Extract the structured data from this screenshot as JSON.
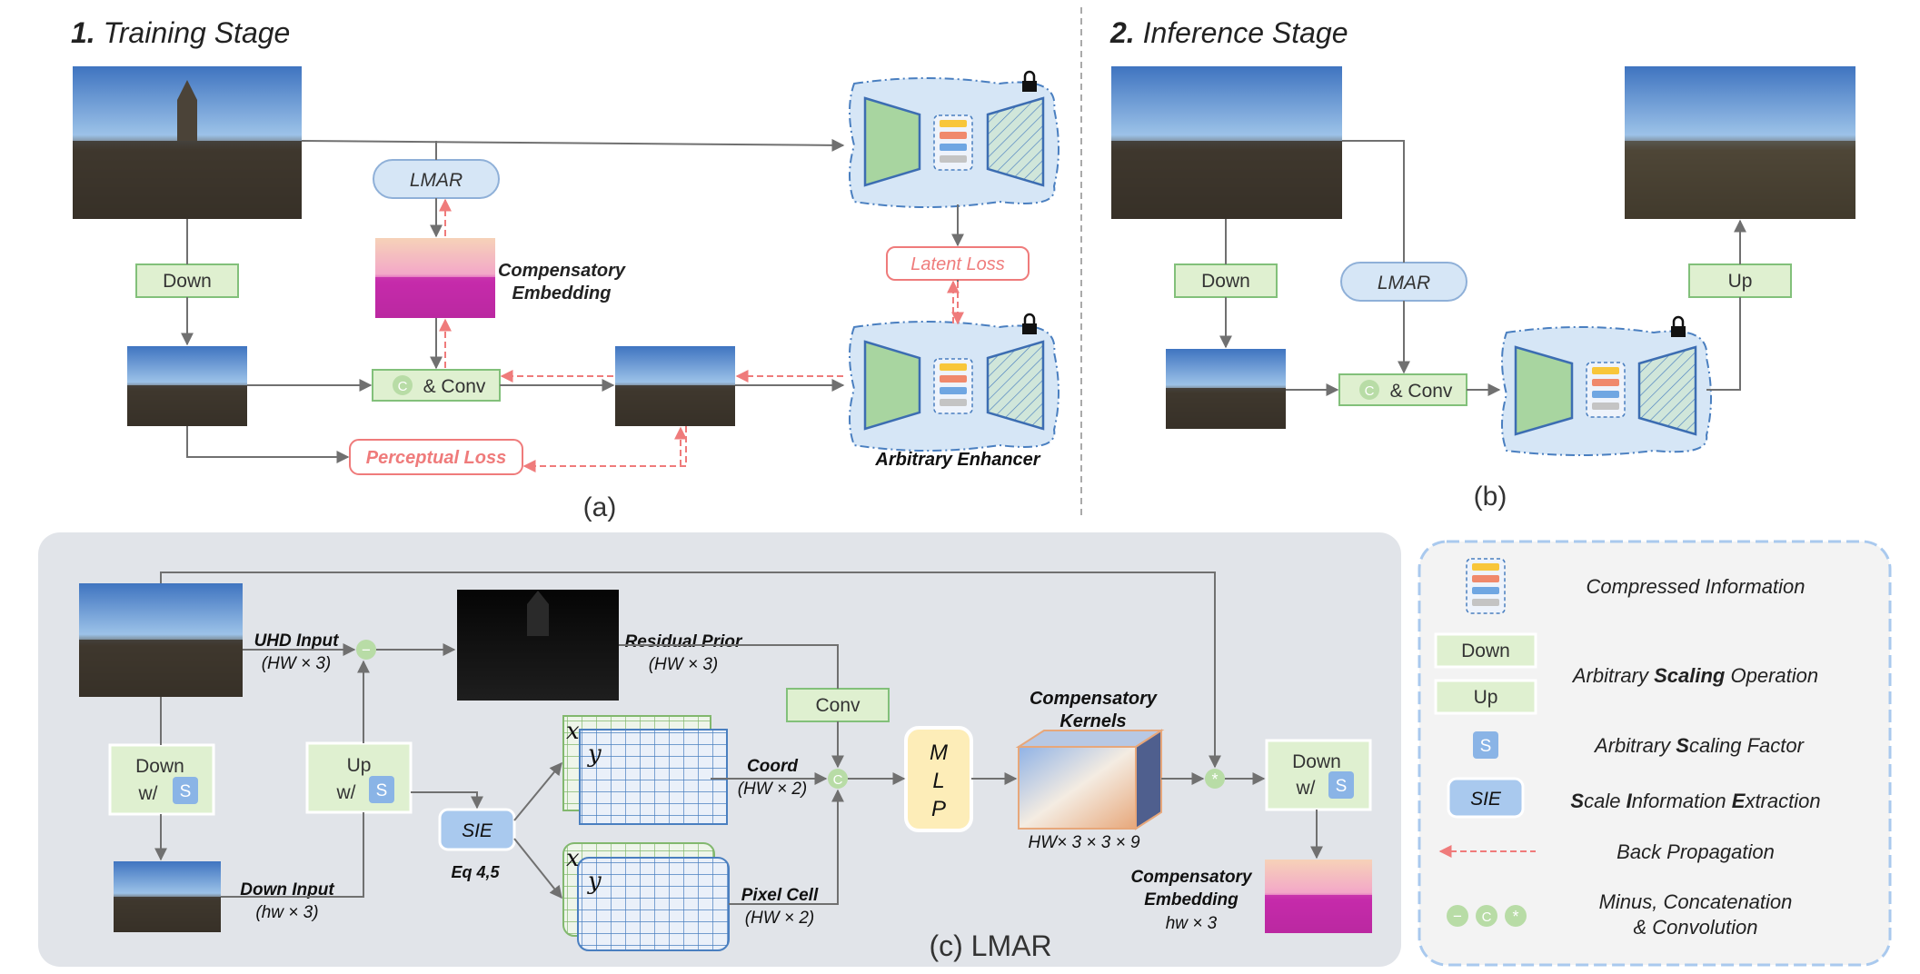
{
  "colors": {
    "green_fill": "#dff0d0",
    "green_stroke": "#82c07a",
    "blue_fill": "#d6e6f6",
    "blue_stroke": "#4a7fc0",
    "loss_red": "#ef7b7b",
    "panel_gray": "#e1e4e9",
    "legend_bg": "#f3f3f3",
    "mlp_fill": "#fdedb8",
    "magenta": "#e030c8"
  },
  "training": {
    "stage_number": "1.",
    "stage_title": "Training Stage",
    "down_label": "Down",
    "lmar_label": "LMAR",
    "comp_embedding_line1": "Compensatory",
    "comp_embedding_line2": "Embedding",
    "concat_glyph": "C",
    "concat_conv_label": "& Conv",
    "perceptual_loss": "Perceptual Loss",
    "latent_loss": "Latent Loss",
    "arbitrary_enhancer": "Arbitrary Enhancer",
    "caption": "(a)"
  },
  "inference": {
    "stage_number": "2.",
    "stage_title": "Inference Stage",
    "down_label": "Down",
    "lmar_label": "LMAR",
    "concat_glyph": "C",
    "concat_conv_label": "& Conv",
    "up_label": "Up",
    "caption": "(b)"
  },
  "lmar": {
    "uhd_input": "UHD Input",
    "uhd_input_dim": "(HW × 3)",
    "residual_prior": "Residual Prior",
    "residual_prior_dim": "(HW × 3)",
    "down_ws_line1": "Down",
    "down_ws_line2": "w/",
    "up_ws_line1": "Up",
    "up_ws_line2": "w/",
    "s_glyph": "S",
    "minus_glyph": "−",
    "conv_label": "Conv",
    "sie_label": "SIE",
    "eq_label": "Eq 4,5",
    "x_glyph": "x",
    "y_glyph": "y",
    "coord_label": "Coord",
    "coord_dim": "(HW × 2)",
    "pixel_cell_label": "Pixel Cell",
    "pixel_cell_dim": "(HW × 2)",
    "down_input": "Down Input",
    "down_input_dim": "(hw × 3)",
    "concat_glyph": "C",
    "mlp_m": "M",
    "mlp_l": "L",
    "mlp_p": "P",
    "kernels_line1": "Compensatory",
    "kernels_line2": "Kernels",
    "kernels_dim": "HW× 3 × 3 × 9",
    "conv_glyph": "*",
    "comp_embedding_line1": "Compensatory",
    "comp_embedding_line2": "Embedding",
    "comp_embedding_dim": "hw × 3",
    "caption": "(c) LMAR"
  },
  "legend": {
    "compressed_info": "Compressed Information",
    "down_label": "Down",
    "up_label": "Up",
    "scaling_op_pre": "Arbitrary ",
    "scaling_op_bold": "Scaling",
    "scaling_op_post": " Operation",
    "s_glyph": "S",
    "scaling_factor_pre": "Arbitrary ",
    "scaling_factor_bold": "S",
    "scaling_factor_post": "caling Factor",
    "sie_label": "SIE",
    "sie_s": "S",
    "sie_cale": "cale ",
    "sie_i": "I",
    "sie_nformation": "nformation ",
    "sie_e": "E",
    "sie_xtraction": "xtraction",
    "back_propagation": "Back Propagation",
    "minus_glyph": "−",
    "concat_glyph": "C",
    "conv_glyph": "*",
    "ops_line1": "Minus, Concatenation",
    "ops_line2": "& Convolution"
  }
}
